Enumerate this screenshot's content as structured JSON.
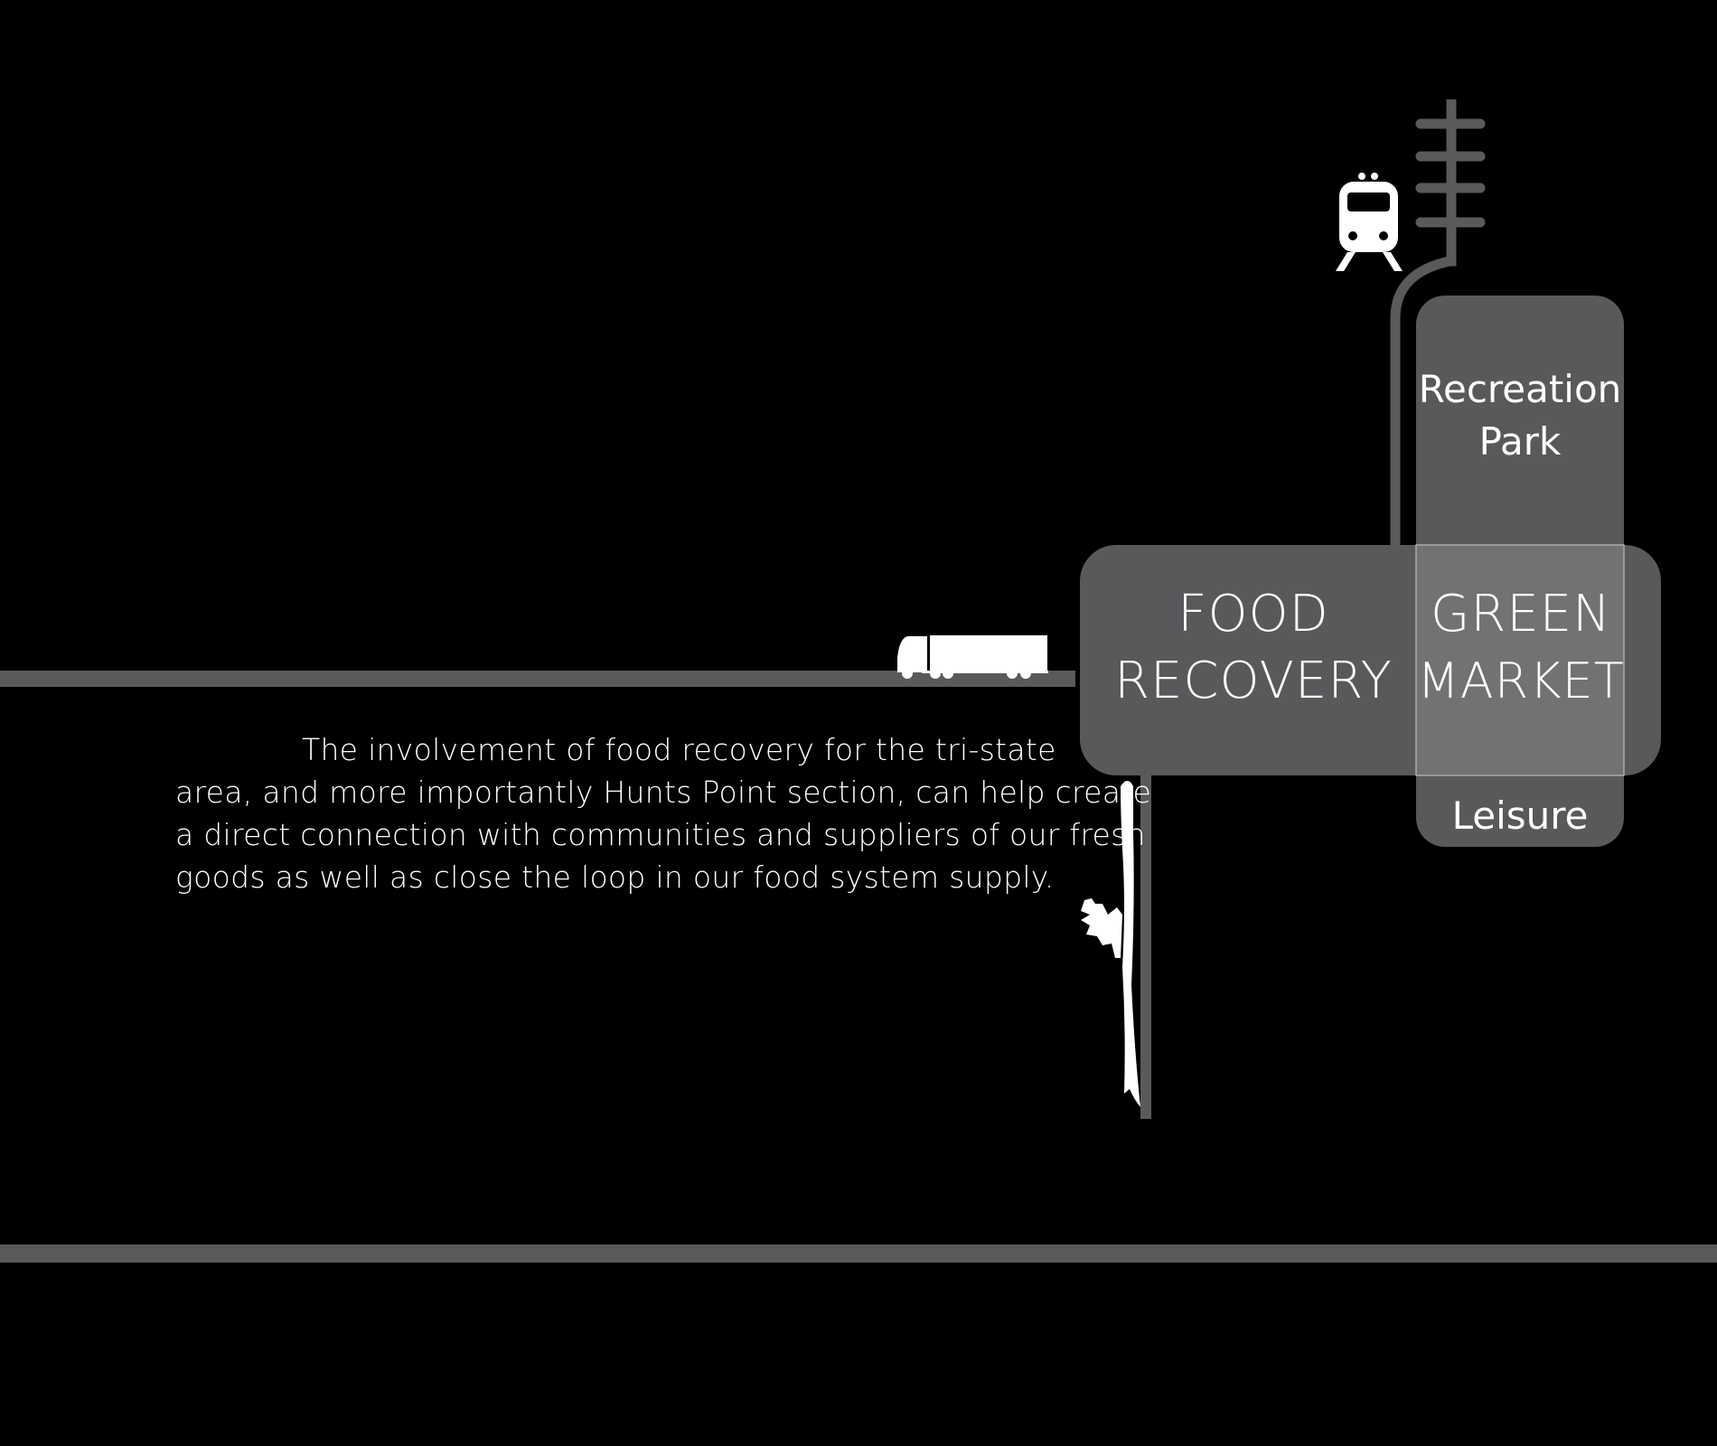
{
  "diagram": {
    "nodes": {
      "food_recovery": {
        "line1": "FOOD",
        "line2": "RECOVERY"
      },
      "green_market": {
        "line1": "GREEN",
        "line2": "MARKET"
      },
      "recreation_park": {
        "line1": "Recreation",
        "line2": "Park"
      },
      "leisure": {
        "label": "Leisure"
      }
    },
    "icons": [
      "train-icon",
      "railway-track-icon",
      "truck-icon",
      "tree-icon"
    ],
    "colors": {
      "background": "#000000",
      "road": "#595a5c",
      "box_dark": "#58595b",
      "box_light": "#717274",
      "box_outline": "#a9aaab",
      "text": "#ffffff"
    }
  },
  "description": {
    "line1": "The involvement of food recovery for the tri-state",
    "line2": "area, and more importantly Hunts Point section, can help create",
    "line3": "a direct connection with communities and suppliers of our fresh",
    "line4": "goods as well as close the loop in our food system supply."
  }
}
